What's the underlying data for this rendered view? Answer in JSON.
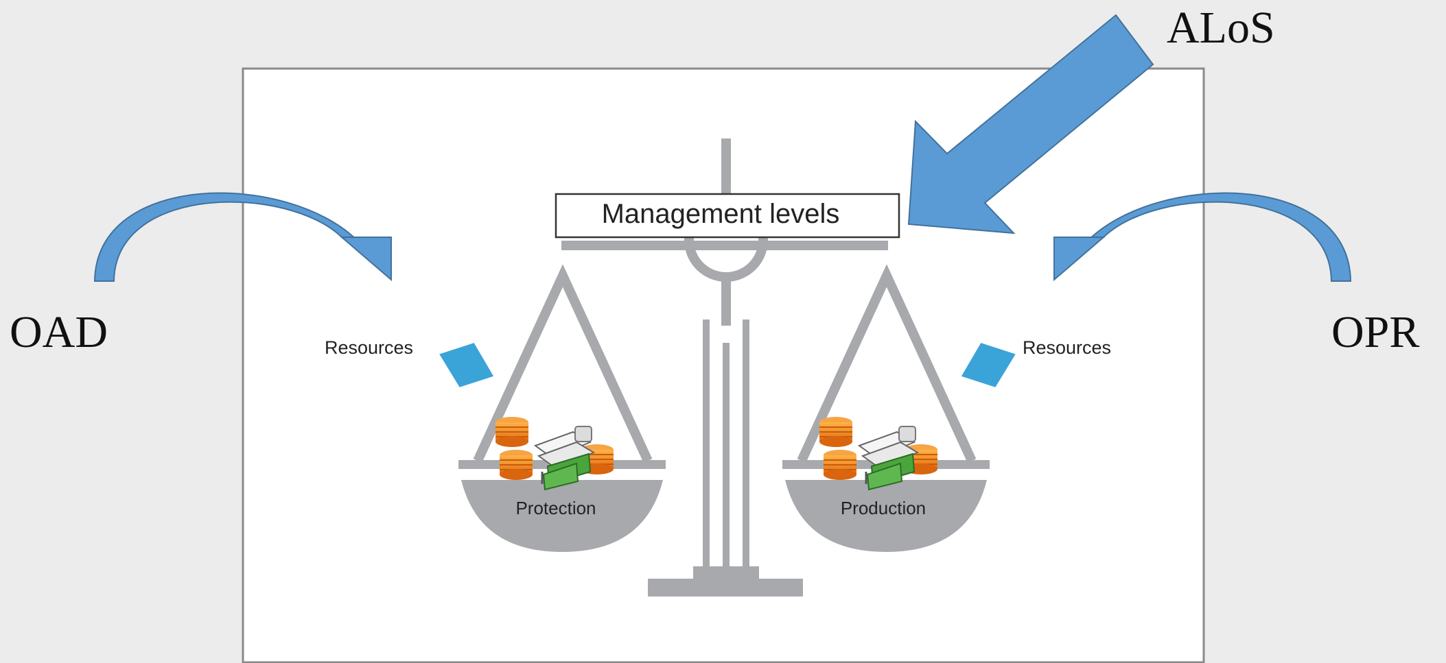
{
  "labels": {
    "top_right": "ALoS",
    "left": "OAD",
    "right": "OPR"
  },
  "panel": {
    "header": "Management levels",
    "left_resources": "Resources",
    "right_resources": "Resources",
    "left_pan": "Protection",
    "right_pan": "Production"
  },
  "colors": {
    "background": "#ececec",
    "panel": "#ffffff",
    "scale_gray": "#a7a9ad",
    "arrow_blue": "#5b9bd5",
    "arrow_border": "#41719c",
    "small_arrow": "#3aa3d8",
    "coin_orange": "#f08a1e",
    "stack_green": "#4aa63c"
  },
  "icons": {
    "big_arrow": "arrow-down-left-icon",
    "curved_left": "curved-arrow-right-icon",
    "curved_right": "curved-arrow-left-icon",
    "small_arrow": "chevron-arrow-icon",
    "coins": "coin-stack-icon"
  }
}
